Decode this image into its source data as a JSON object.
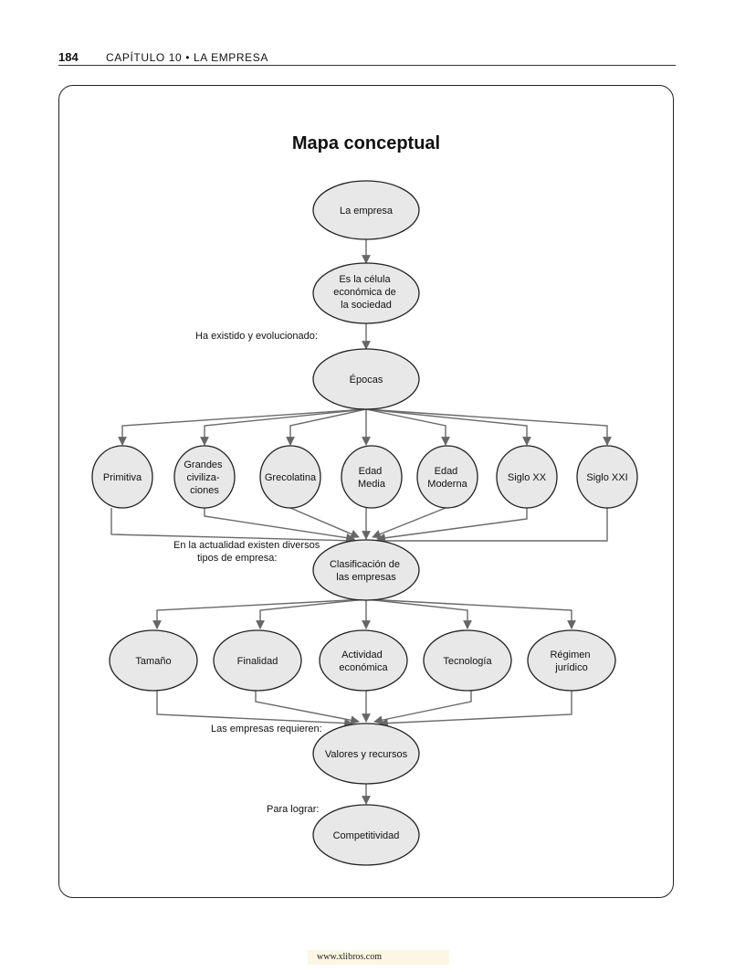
{
  "header": {
    "page_number": "184",
    "chapter": "CAPÍTULO 10 • LA EMPRESA"
  },
  "title": "Mapa conceptual",
  "nodes": {
    "empresa": [
      "La empresa"
    ],
    "celula": [
      "Es la célula",
      "económica de",
      "la sociedad"
    ],
    "epocas": [
      "Épocas"
    ],
    "primitiva": [
      "Primitiva"
    ],
    "grandes": [
      "Grandes",
      "civiliza-",
      "ciones"
    ],
    "grecolatina": [
      "Grecolatina"
    ],
    "edad_media": [
      "Edad",
      "Media"
    ],
    "edad_moderna": [
      "Edad",
      "Moderna"
    ],
    "siglo_xx": [
      "Siglo XX"
    ],
    "siglo_xxi": [
      "Siglo XXI"
    ],
    "clasificacion": [
      "Clasificación de",
      "las empresas"
    ],
    "tamano": [
      "Tamaño"
    ],
    "finalidad": [
      "Finalidad"
    ],
    "actividad": [
      "Actividad",
      "económica"
    ],
    "tecnologia": [
      "Tecnología"
    ],
    "regimen": [
      "Régimen",
      "jurídico"
    ],
    "valores": [
      "Valores y recursos"
    ],
    "competitividad": [
      "Competitividad"
    ]
  },
  "labels": {
    "existido": "Ha existido y evolucionado:",
    "actualidad_1": "En la actualidad existen diversos",
    "actualidad_2": "tipos de empresa:",
    "requieren": "Las empresas requieren:",
    "lograr": "Para lograr:"
  },
  "footer": "www.xlibros.com"
}
